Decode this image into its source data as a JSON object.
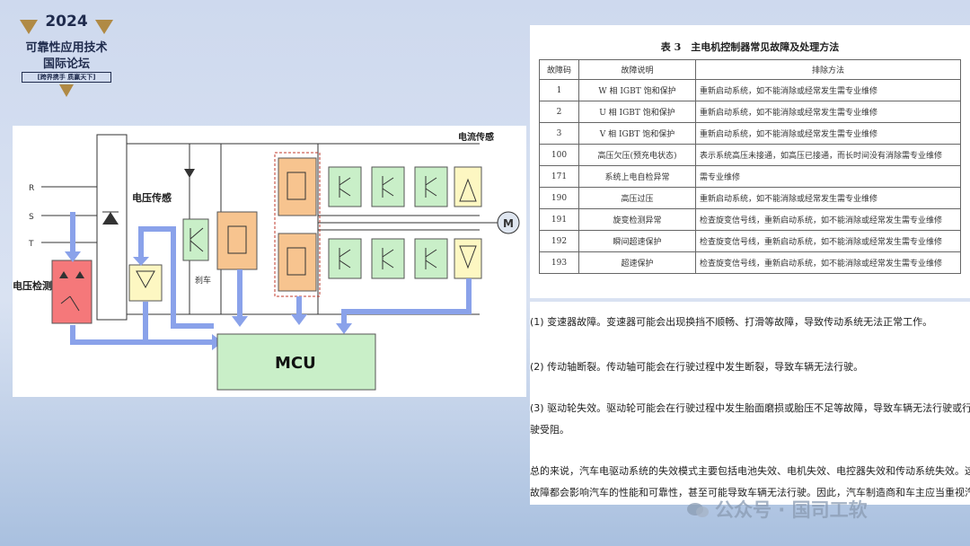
{
  "logo": {
    "year": "2024",
    "line1": "可靠性应用技术",
    "line2": "国际论坛",
    "slogan": "[跨界携手 质赢天下]"
  },
  "diagram": {
    "labels": {
      "r": "R",
      "s": "S",
      "t": "T",
      "voltage_detect": "电压检测",
      "voltage_sense": "电压传感",
      "current_sense": "电流传感",
      "brake": "刹车",
      "mcu": "MCU",
      "motor": "M"
    },
    "colors": {
      "green": "#c9efc8",
      "orange": "#f7c48f",
      "red": "#f5787a",
      "yellow": "#fdf7c2",
      "arrow": "#8aa2ea"
    }
  },
  "table": {
    "title": "表 3　主电机控制器常见故障及处理方法",
    "headers": [
      "故障码",
      "故障说明",
      "排除方法"
    ],
    "rows": [
      {
        "code": "1",
        "desc": "W 相 IGBT 饱和保护",
        "fix": "重新启动系统，如不能消除或经常发生需专业维修"
      },
      {
        "code": "2",
        "desc": "U 相 IGBT 饱和保护",
        "fix": "重新启动系统，如不能消除或经常发生需专业维修"
      },
      {
        "code": "3",
        "desc": "V 相 IGBT 饱和保护",
        "fix": "重新启动系统，如不能消除或经常发生需专业维修"
      },
      {
        "code": "100",
        "desc": "高压欠压(预充电状态)",
        "fix": "表示系统高压未接通，如高压已接通，而长时间没有消除需专业维修"
      },
      {
        "code": "171",
        "desc": "系统上电自检异常",
        "fix": "需专业维修"
      },
      {
        "code": "190",
        "desc": "高压过压",
        "fix": "重新启动系统，如不能消除或经常发生需专业维修"
      },
      {
        "code": "191",
        "desc": "旋变检测异常",
        "fix": "检查旋变信号线，重新启动系统，如不能消除或经常发生需专业维修"
      },
      {
        "code": "192",
        "desc": "瞬间超速保护",
        "fix": "检查旋变信号线，重新启动系统，如不能消除或经常发生需专业维修"
      },
      {
        "code": "193",
        "desc": "超速保护",
        "fix": "检查旋变信号线，重新启动系统，如不能消除或经常发生需专业维修"
      }
    ]
  },
  "text": {
    "p1": "(1)  变速器故障。变速器可能会出现换挡不顺畅、打滑等故障，导致传动系统无法正常工作。",
    "p2": "(2)  传动轴断裂。传动轴可能会在行驶过程中发生断裂，导致车辆无法行驶。",
    "p3a": "(3)  驱动轮失效。驱动轮可能会在行驶过程中发生胎面磨损或胎压不足等故障，导致车辆无法行驶或行",
    "p3b": "驶受阻。",
    "p4a": "总的来说，汽车电驱动系统的失效模式主要包括电池失效、电机失效、电控器失效和传动系统失效。这些",
    "p4b": "故障都会影响汽车的性能和可靠性，甚至可能导致车辆无法行驶。因此，汽车制造商和车主应当重视汽车"
  },
  "watermark": {
    "text": "公众号 · 国司工软"
  }
}
